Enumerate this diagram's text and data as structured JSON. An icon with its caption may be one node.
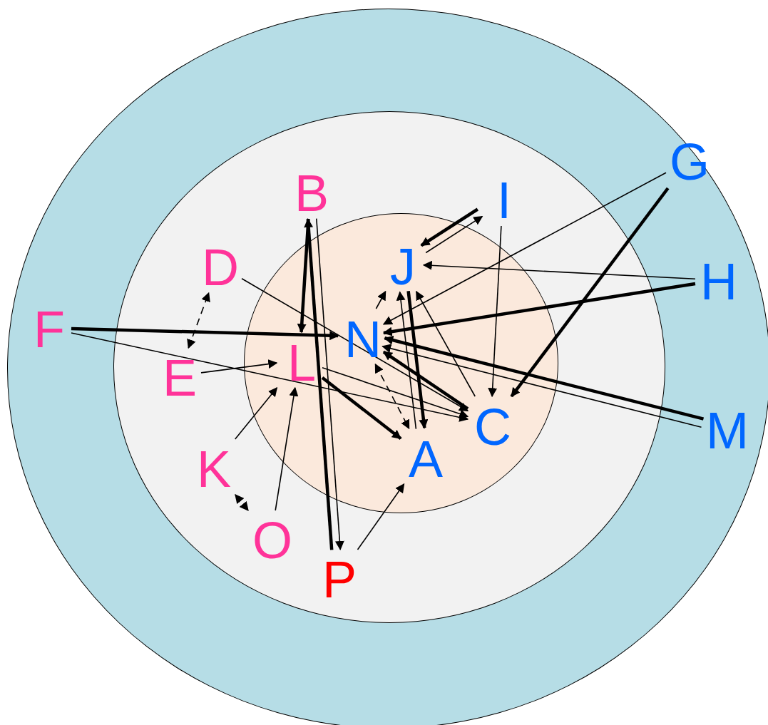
{
  "diagram": {
    "nodes": [
      {
        "text": [],
        "shape": "circle"
      },
      {
        "text": [],
        "shape": "circle",
        "in": 0
      },
      {
        "text": [],
        "shape": "circle",
        "in": 1
      },
      {
        "text": [
          "G"
        ],
        "in": 0
      },
      {
        "text": [
          "B"
        ],
        "in": 1
      },
      {
        "text": [
          "I"
        ],
        "in": 1
      },
      {
        "text": [
          "D"
        ],
        "in": 1
      },
      {
        "text": [
          "J"
        ],
        "in": 2
      },
      {
        "text": [
          "H"
        ],
        "in": 0
      },
      {
        "text": [
          "F"
        ],
        "in": 0
      },
      {
        "text": [
          "N"
        ],
        "in": 2
      },
      {
        "text": [
          "E"
        ],
        "in": 1
      },
      {
        "text": [
          "L"
        ],
        "in": 2
      },
      {
        "text": [
          "C"
        ],
        "in": 2
      },
      {
        "text": [
          "M"
        ],
        "in": 0
      },
      {
        "text": [
          "K"
        ],
        "in": 1
      },
      {
        "text": [
          "A"
        ],
        "in": 2
      },
      {
        "text": [
          "O"
        ],
        "in": 1
      },
      {
        "text": [
          "P"
        ],
        "in": 1
      }
    ],
    "edges": [
      {
        "from": 4,
        "to": 12,
        "arrow": "to",
        "style": "thick"
      },
      {
        "from": 4,
        "to": 18,
        "arrow": "to"
      },
      {
        "from": 18,
        "to": 4,
        "arrow": "to",
        "style": "thick"
      },
      {
        "from": 6,
        "to": 13,
        "arrow": "to"
      },
      {
        "from": 11,
        "to": 6,
        "arrow": "both",
        "style": "dashed"
      },
      {
        "from": 11,
        "to": 12,
        "arrow": "to"
      },
      {
        "from": 9,
        "to": 10,
        "arrow": "to",
        "style": "thick"
      },
      {
        "from": 9,
        "to": 13,
        "arrow": "to"
      },
      {
        "from": 12,
        "to": 13,
        "arrow": "to"
      },
      {
        "from": 12,
        "to": 16,
        "arrow": "to",
        "style": "thick"
      },
      {
        "from": 15,
        "to": 12,
        "arrow": "to"
      },
      {
        "from": 17,
        "to": 12,
        "arrow": "to"
      },
      {
        "from": 15,
        "to": 17,
        "arrow": "both",
        "style": "dashed"
      },
      {
        "from": 18,
        "to": 16,
        "arrow": "to"
      },
      {
        "from": 10,
        "to": 7,
        "arrow": "to"
      },
      {
        "from": 7,
        "to": 5,
        "arrow": "to"
      },
      {
        "from": 5,
        "to": 7,
        "arrow": "to",
        "style": "thick"
      },
      {
        "from": 5,
        "to": 13,
        "arrow": "to"
      },
      {
        "from": 3,
        "to": 10,
        "arrow": "to"
      },
      {
        "from": 3,
        "to": 13,
        "arrow": "to",
        "style": "thick"
      },
      {
        "from": 8,
        "to": 7,
        "arrow": "to"
      },
      {
        "from": 8,
        "to": 10,
        "arrow": "to",
        "style": "thick"
      },
      {
        "from": 14,
        "to": 10,
        "arrow": "to",
        "style": "thick"
      },
      {
        "from": 14,
        "to": 10,
        "arrow": "to"
      },
      {
        "from": 13,
        "to": 10,
        "arrow": "to",
        "style": "thick"
      },
      {
        "from": 7,
        "to": 16,
        "arrow": "to",
        "style": "thick"
      },
      {
        "from": 16,
        "to": 7,
        "arrow": "to"
      },
      {
        "from": 13,
        "to": 7,
        "arrow": "to"
      },
      {
        "from": 10,
        "to": 16,
        "arrow": "both",
        "style": "dashed"
      }
    ]
  }
}
